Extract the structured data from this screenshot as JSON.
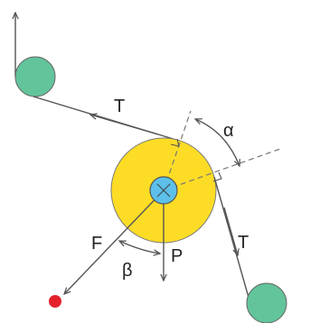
{
  "labels": {
    "tension_upper": "T",
    "tension_lower": "T",
    "angle_alpha": "α",
    "force_f": "F",
    "weight_p": "P",
    "angle_beta": "β"
  },
  "colors": {
    "pulley_outer": "#fddc26",
    "pulley_outer_stroke": "#7a7a7a",
    "pulley_hub": "#5cc0ea",
    "hub_stroke": "#555555",
    "wheel_green": "#62c49a",
    "point_red": "#e4212b",
    "line": "#555555",
    "dashed": "#777777",
    "background": "#ffffff"
  }
}
